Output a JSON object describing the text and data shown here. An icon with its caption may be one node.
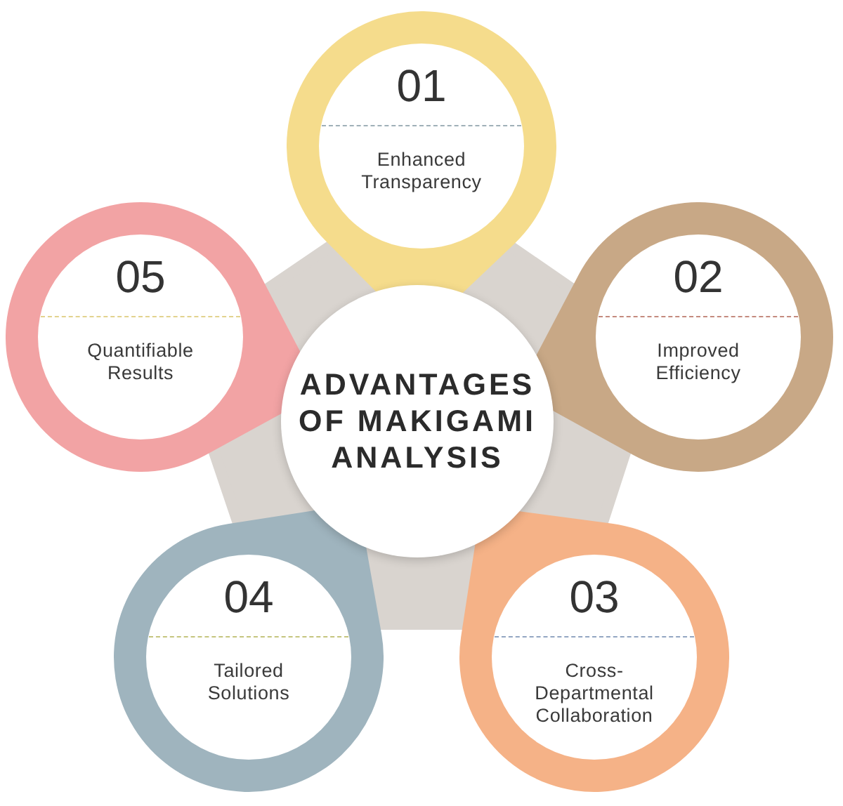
{
  "diagram": {
    "nodes": [
      {
        "text": [
          "ADVANTAGES OF MAKIGAMI ANALYSIS"
        ]
      },
      {
        "text": [
          "01",
          "Enhanced Transparency"
        ]
      },
      {
        "text": [
          "02",
          "Improved Efficiency"
        ]
      },
      {
        "text": [
          "03",
          "Cross-Departmental Collaboration"
        ]
      },
      {
        "text": [
          "04",
          "Tailored Solutions"
        ]
      },
      {
        "text": [
          "05",
          "Quantifiable Results"
        ]
      }
    ]
  }
}
